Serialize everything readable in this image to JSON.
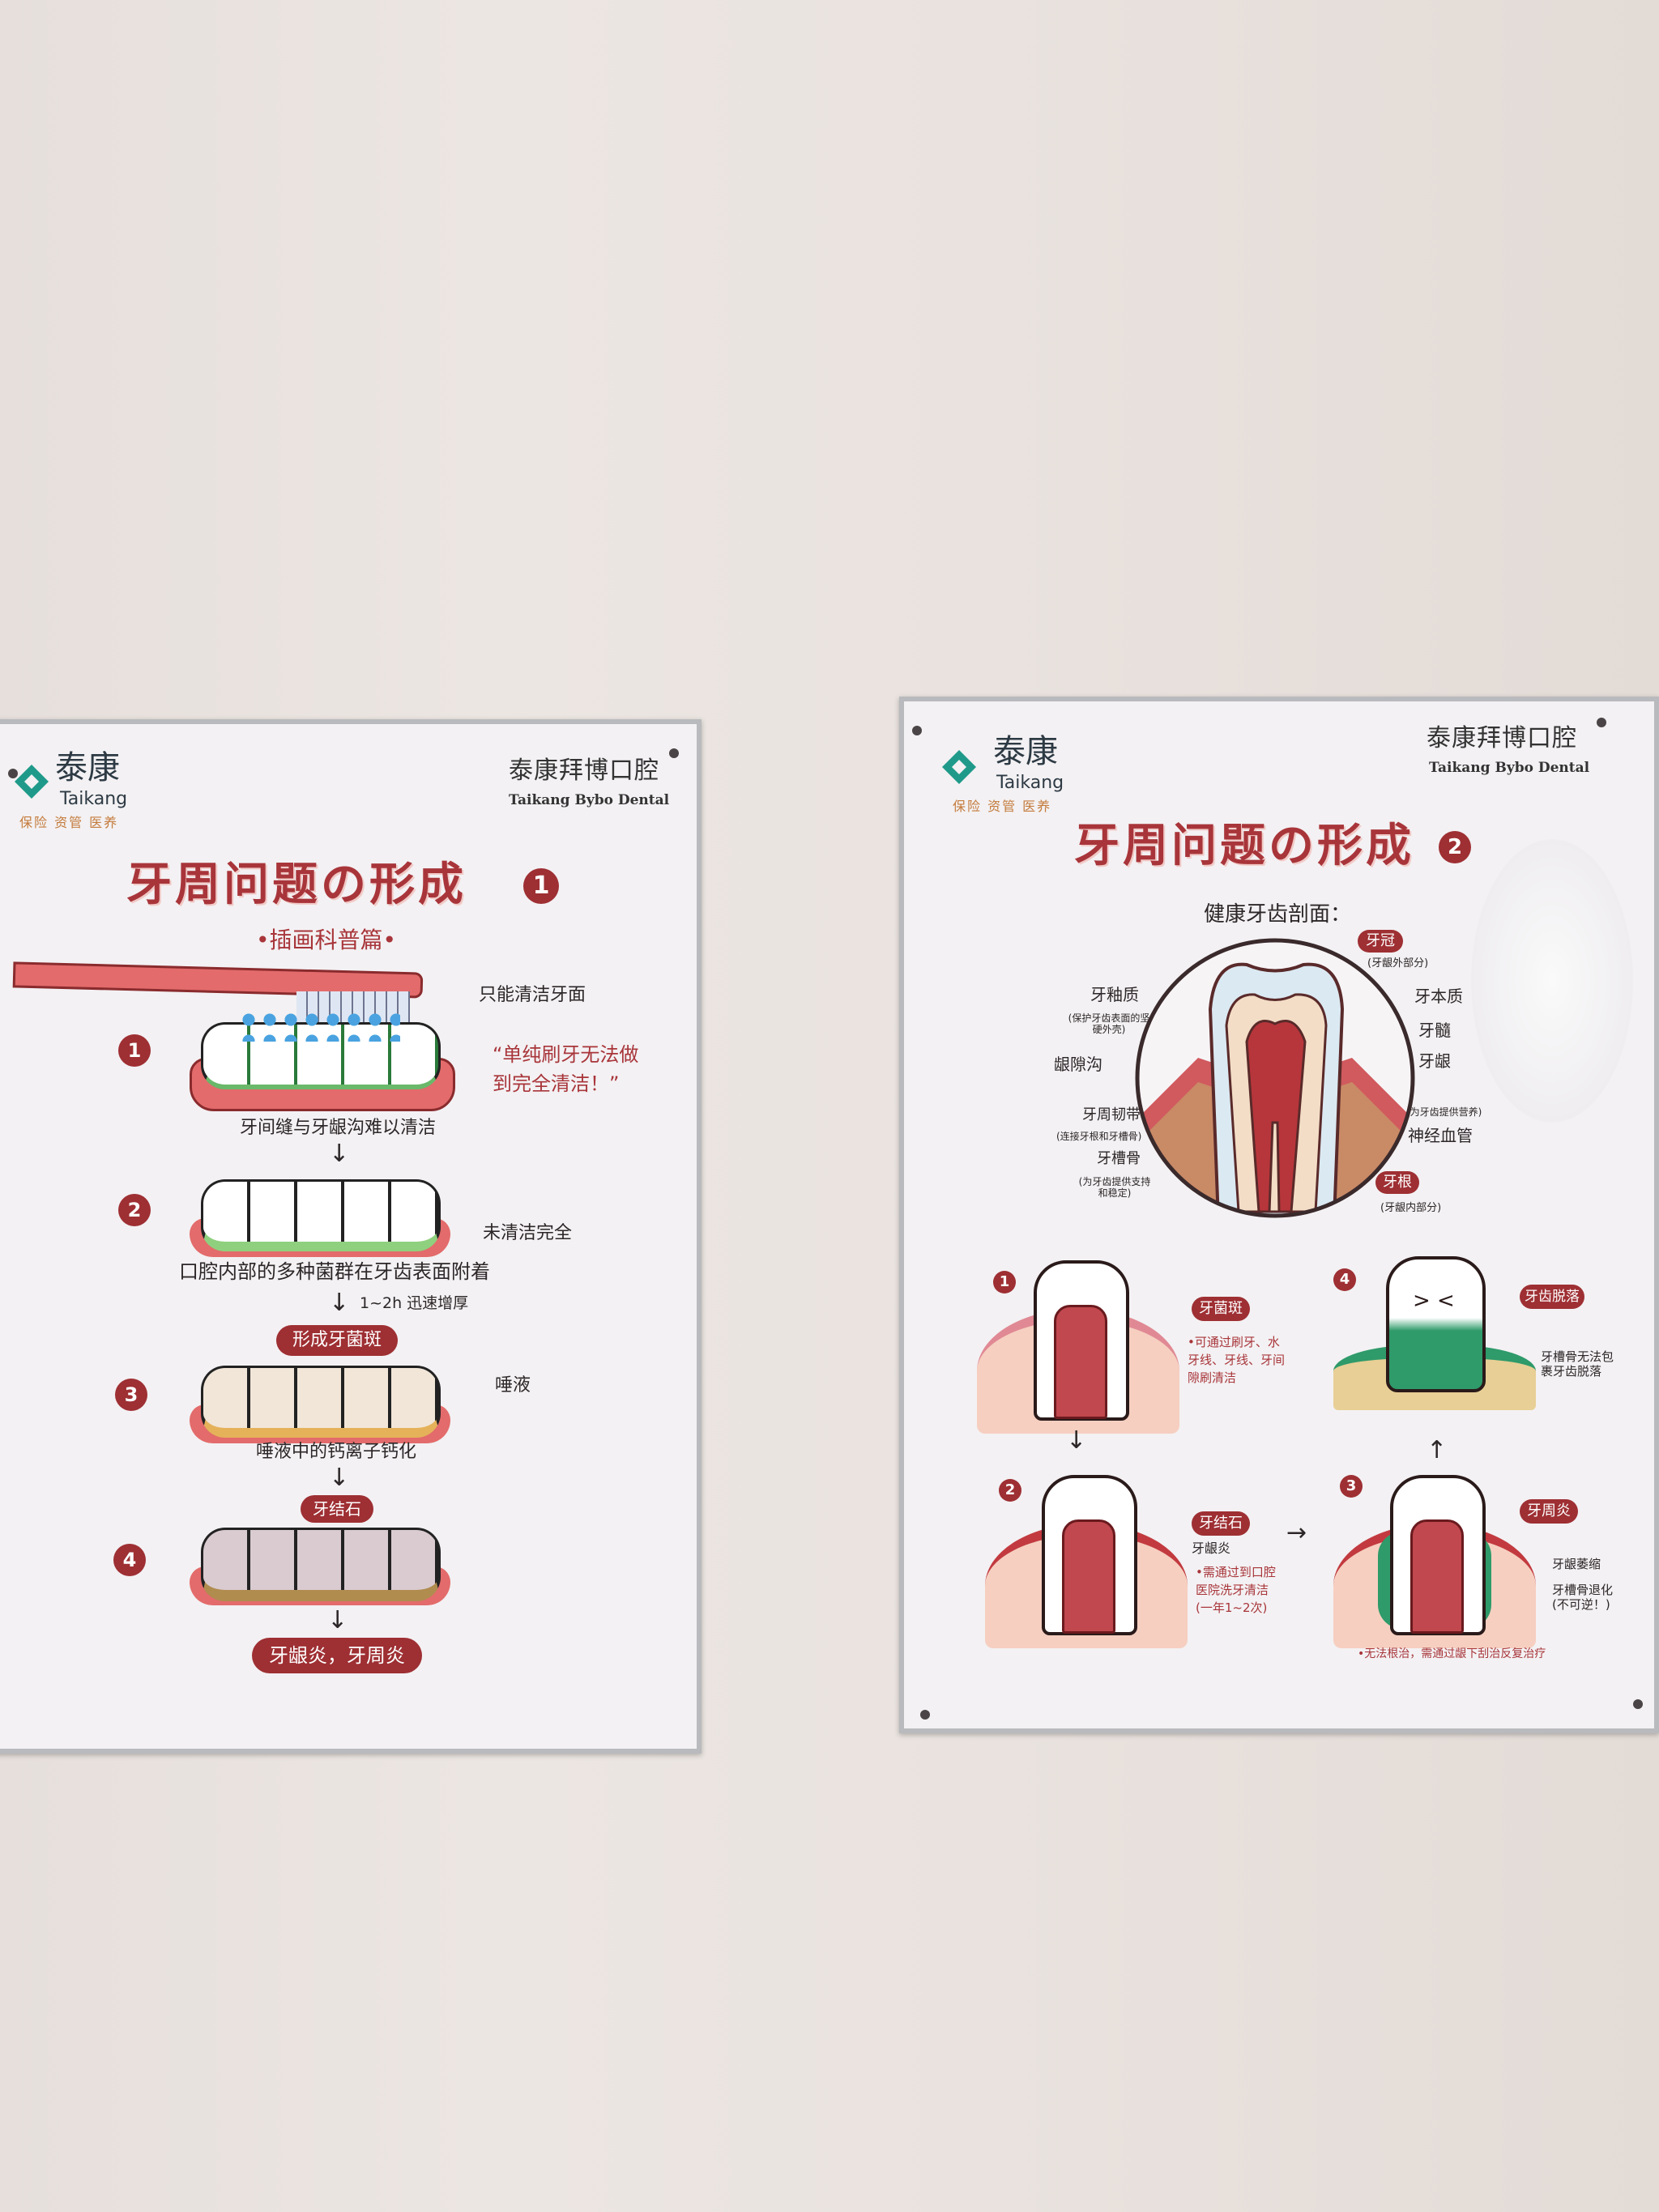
{
  "left_poster": {
    "logo": {
      "cn": "泰康",
      "en": "Taikang",
      "tagline": "保险 资管 医养"
    },
    "brand": {
      "cn": "泰康拜博口腔",
      "en": "Taikang Bybo Dental"
    },
    "title": "牙周问题の形成",
    "title_number": "1",
    "subtitle": "•插画科普篇•",
    "steps": [
      {
        "number": "1",
        "callout": "只能清洁牙面",
        "quote": "“单纯刷牙无法做到完全清洁！”",
        "caption": "牙间缝与牙龈沟难以清洁"
      },
      {
        "number": "2",
        "callout": "未清洁完全",
        "caption": "口腔内部的多种菌群在牙齿表面附着",
        "arrow_note": "1~2h 迅速增厚",
        "result": "形成牙菌斑"
      },
      {
        "number": "3",
        "callout": "唾液",
        "caption": "唾液中的钙离子钙化",
        "result": "牙结石"
      },
      {
        "number": "4",
        "result": "牙龈炎，牙周炎"
      }
    ]
  },
  "right_poster": {
    "logo": {
      "cn": "泰康",
      "en": "Taikang",
      "tagline": "保险 资管 医养"
    },
    "brand": {
      "cn": "泰康拜博口腔",
      "en": "Taikang Bybo Dental"
    },
    "title": "牙周问题の形成",
    "title_number": "2",
    "section_title": "健康牙齿剖面：",
    "anatomy": {
      "crown": "牙冠",
      "crown_note": "(牙龈外部分)",
      "enamel": "牙釉质",
      "enamel_note": "(保护牙齿表面的坚硬外壳)",
      "dentin": "牙本质",
      "pulp": "牙髓",
      "gum": "牙龈",
      "sulcus": "龈隙沟",
      "ligament": "牙周韧带",
      "ligament_note": "(连接牙根和牙槽骨)",
      "nerve_note": "(为牙齿提供营养)",
      "nerve": "神经血管",
      "bone": "牙槽骨",
      "bone_note": "(为牙齿提供支持和稳定)",
      "root": "牙根",
      "root_note": "(牙龈内部分)"
    },
    "stages": [
      {
        "number": "1",
        "label": "牙菌斑",
        "note": "•可通过刷牙、水牙线、牙线、牙间隙刷清洁"
      },
      {
        "number": "2",
        "label": "牙结石",
        "sub_label": "牙龈炎",
        "note": "•需通过到口腔医院洗牙清洁(一年1~2次)"
      },
      {
        "number": "3",
        "label": "牙周炎",
        "sub_label": "牙龈萎缩",
        "sub_label_2": "牙槽骨退化(不可逆！)",
        "note": "•无法根治，需通过龈下刮治反复治疗"
      },
      {
        "number": "4",
        "label": "牙齿脱落",
        "note": "牙槽骨无法包裹牙齿脱落"
      }
    ]
  },
  "colors": {
    "wall": "#e9e2de",
    "accent_red": "#9e2f33",
    "logo_teal": "#1f9a8a",
    "gum": "#e06a6a",
    "poster_bg": "#f3f1f3"
  }
}
